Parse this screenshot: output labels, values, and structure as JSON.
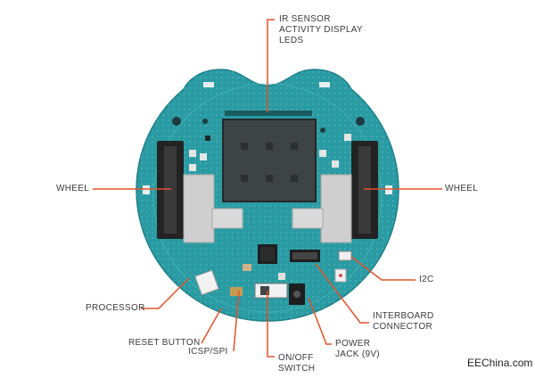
{
  "labels": {
    "ir_sensor": [
      "IR SENSOR",
      "ACTIVITY DISPLAY",
      "LEDS"
    ],
    "wheel_left": "WHEEL",
    "wheel_right": "WHEEL",
    "i2c": "I2C",
    "processor": "PROCESSOR",
    "interboard": [
      "INTERBOARD",
      "CONNECTOR"
    ],
    "reset": "RESET BUTTON",
    "icsp": "ICSP/SPI",
    "power": [
      "POWER",
      "JACK (9V)"
    ],
    "onoff": [
      "ON/OFF",
      "SWITCH"
    ]
  },
  "watermark": "EEChina.com",
  "colors": {
    "board": "#2a9ba3",
    "board_dark": "#1f7f88",
    "leader_line": "#e0522b",
    "label_text": "#3a3a3a"
  }
}
